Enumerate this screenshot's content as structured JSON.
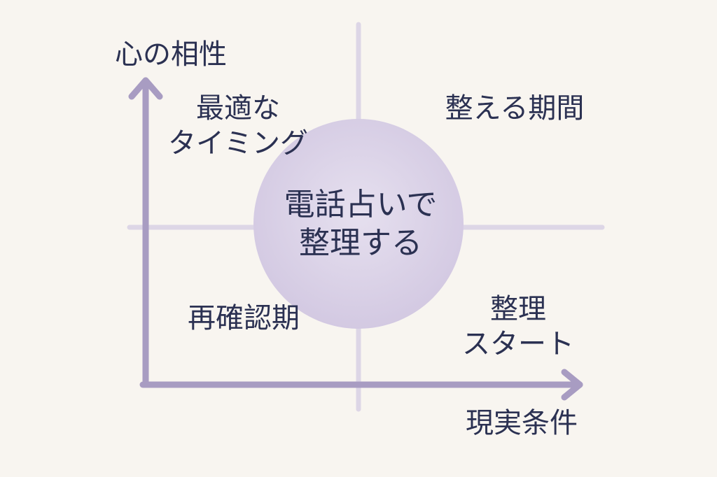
{
  "axes": {
    "y_label": "心の相性",
    "x_label": "現実条件"
  },
  "quadrants": {
    "top_left": [
      "最適な",
      "タイミング"
    ],
    "top_right": [
      "整える期間"
    ],
    "bottom_left": [
      "再確認期"
    ],
    "bottom_right": [
      "整理",
      "スタート"
    ]
  },
  "center": [
    "電話占いで",
    "整理する"
  ],
  "colors": {
    "background": "#f8f5f0",
    "text": "#2b3152",
    "axis": "#a89cc2",
    "circle": "#d8cfe6",
    "grid": "#ddd6e6"
  }
}
